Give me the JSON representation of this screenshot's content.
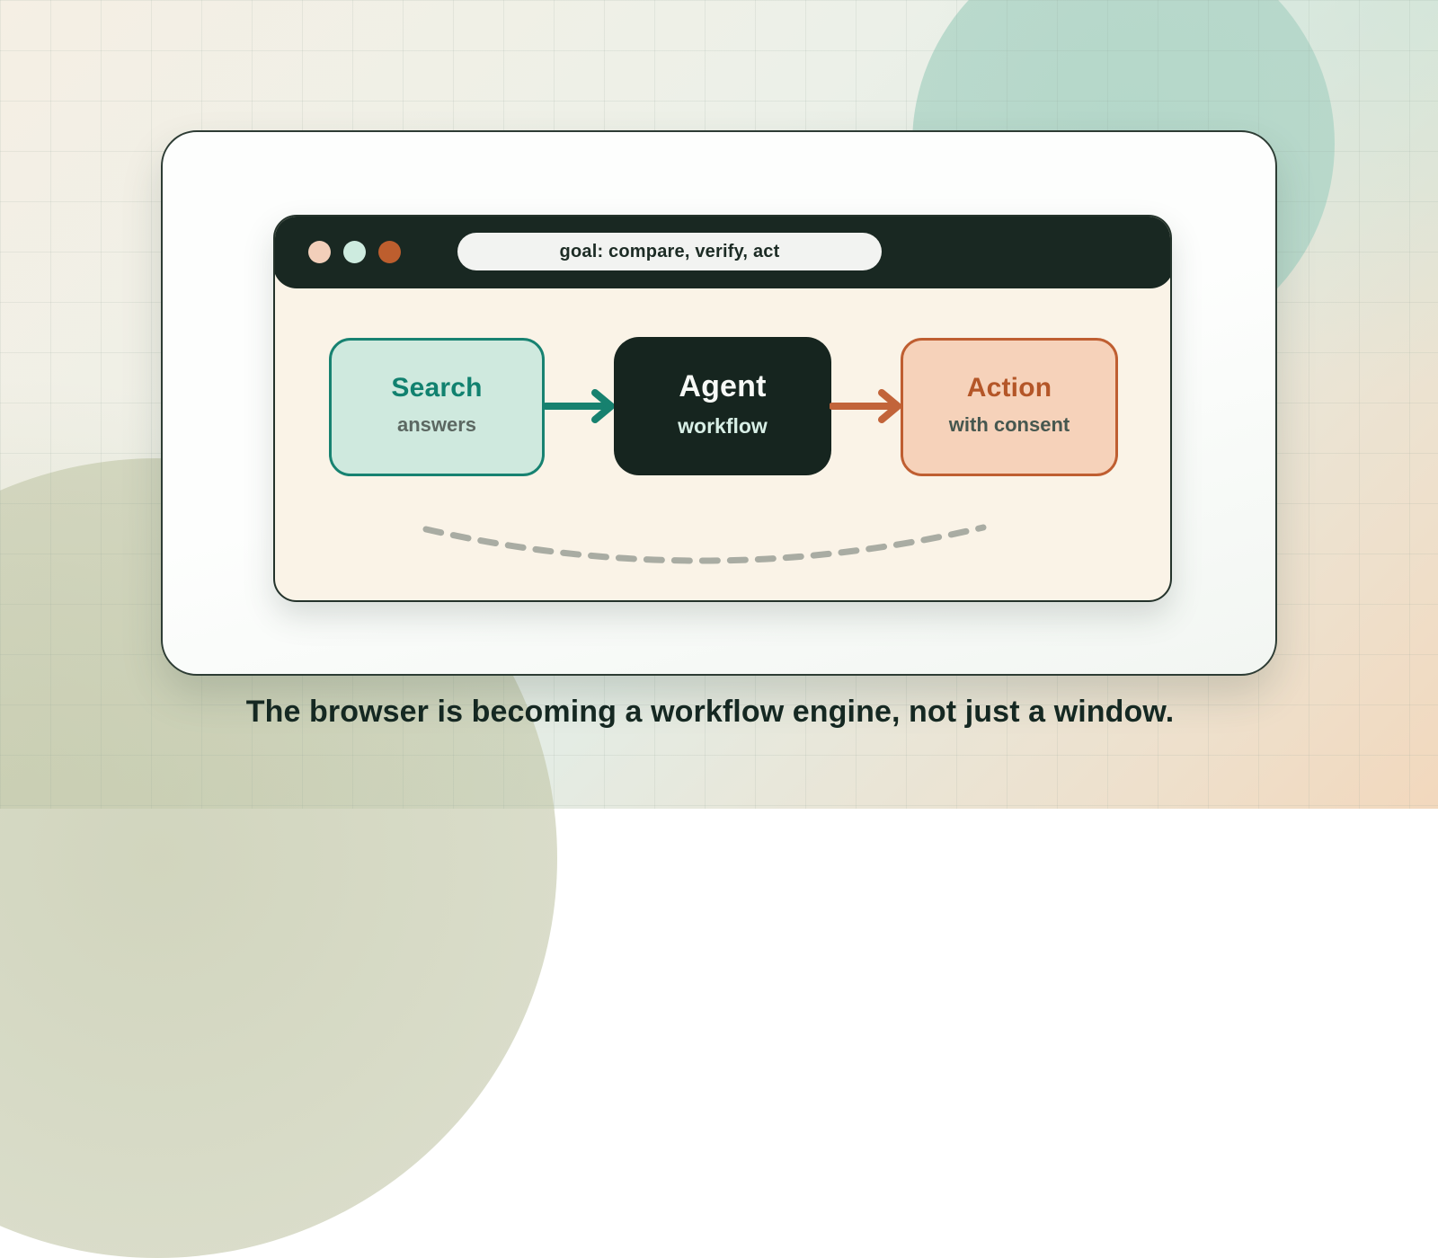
{
  "illustration": {
    "browser": {
      "traffic_lights": [
        {
          "name": "window-dot-peach",
          "color": "#f2cfba"
        },
        {
          "name": "window-dot-mint",
          "color": "#cdebdf"
        },
        {
          "name": "window-dot-rust",
          "color": "#bd5e2e"
        }
      ],
      "address_bar": {
        "text": "goal: compare, verify, act"
      }
    },
    "flow": {
      "nodes": [
        {
          "id": "search",
          "title": "Search",
          "subtitle": "answers",
          "fill": "#cfe9de",
          "border": "#178271",
          "title_color": "#11816f",
          "subtitle_color": "#5c6862"
        },
        {
          "id": "agent",
          "title": "Agent",
          "subtitle": "workflow",
          "fill": "#16251f",
          "border": "none",
          "title_color": "#f7f9f6",
          "subtitle_color": "#d8efe6"
        },
        {
          "id": "action",
          "title": "Action",
          "subtitle": "with consent",
          "fill": "#f6d2ba",
          "border": "#bf5e31",
          "title_color": "#b45628",
          "subtitle_color": "#46574f"
        }
      ],
      "arrows": [
        {
          "from": "search",
          "to": "agent",
          "color": "#17816f"
        },
        {
          "from": "agent",
          "to": "action",
          "color": "#c2643a"
        }
      ],
      "dashed_curve_color": "#a9aca3"
    }
  },
  "caption": "The browser is becoming a workflow engine, not just a window.",
  "palette": {
    "card_bg": "#fdfefd",
    "card_border": "#2d3c34",
    "browser_bg": "#faf3e7",
    "topbar_bg": "#192822",
    "url_pill_bg": "#f2f3f1",
    "caption_color": "#152822"
  }
}
